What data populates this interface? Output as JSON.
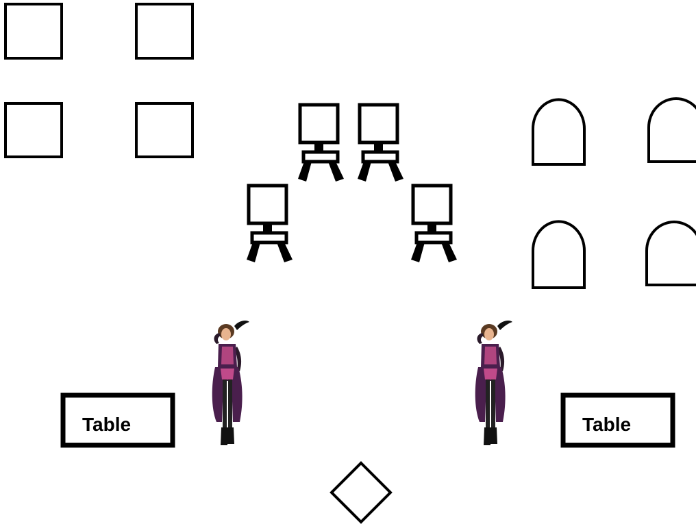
{
  "tables": [
    {
      "label": "Table"
    },
    {
      "label": "Table"
    }
  ],
  "icons": {
    "square_marker": "square-outline-icon",
    "chair": "chair-icon",
    "arch_marker": "arch-outline-icon",
    "dancer": "saloon-dancer-figure",
    "diamond_marker": "diamond-outline-icon"
  },
  "colors": {
    "stroke": "#000000",
    "dress_purple": "#4a1f4d",
    "dress_magenta": "#b0457f",
    "skin": "#e8b48f",
    "hair": "#5a3a22"
  }
}
